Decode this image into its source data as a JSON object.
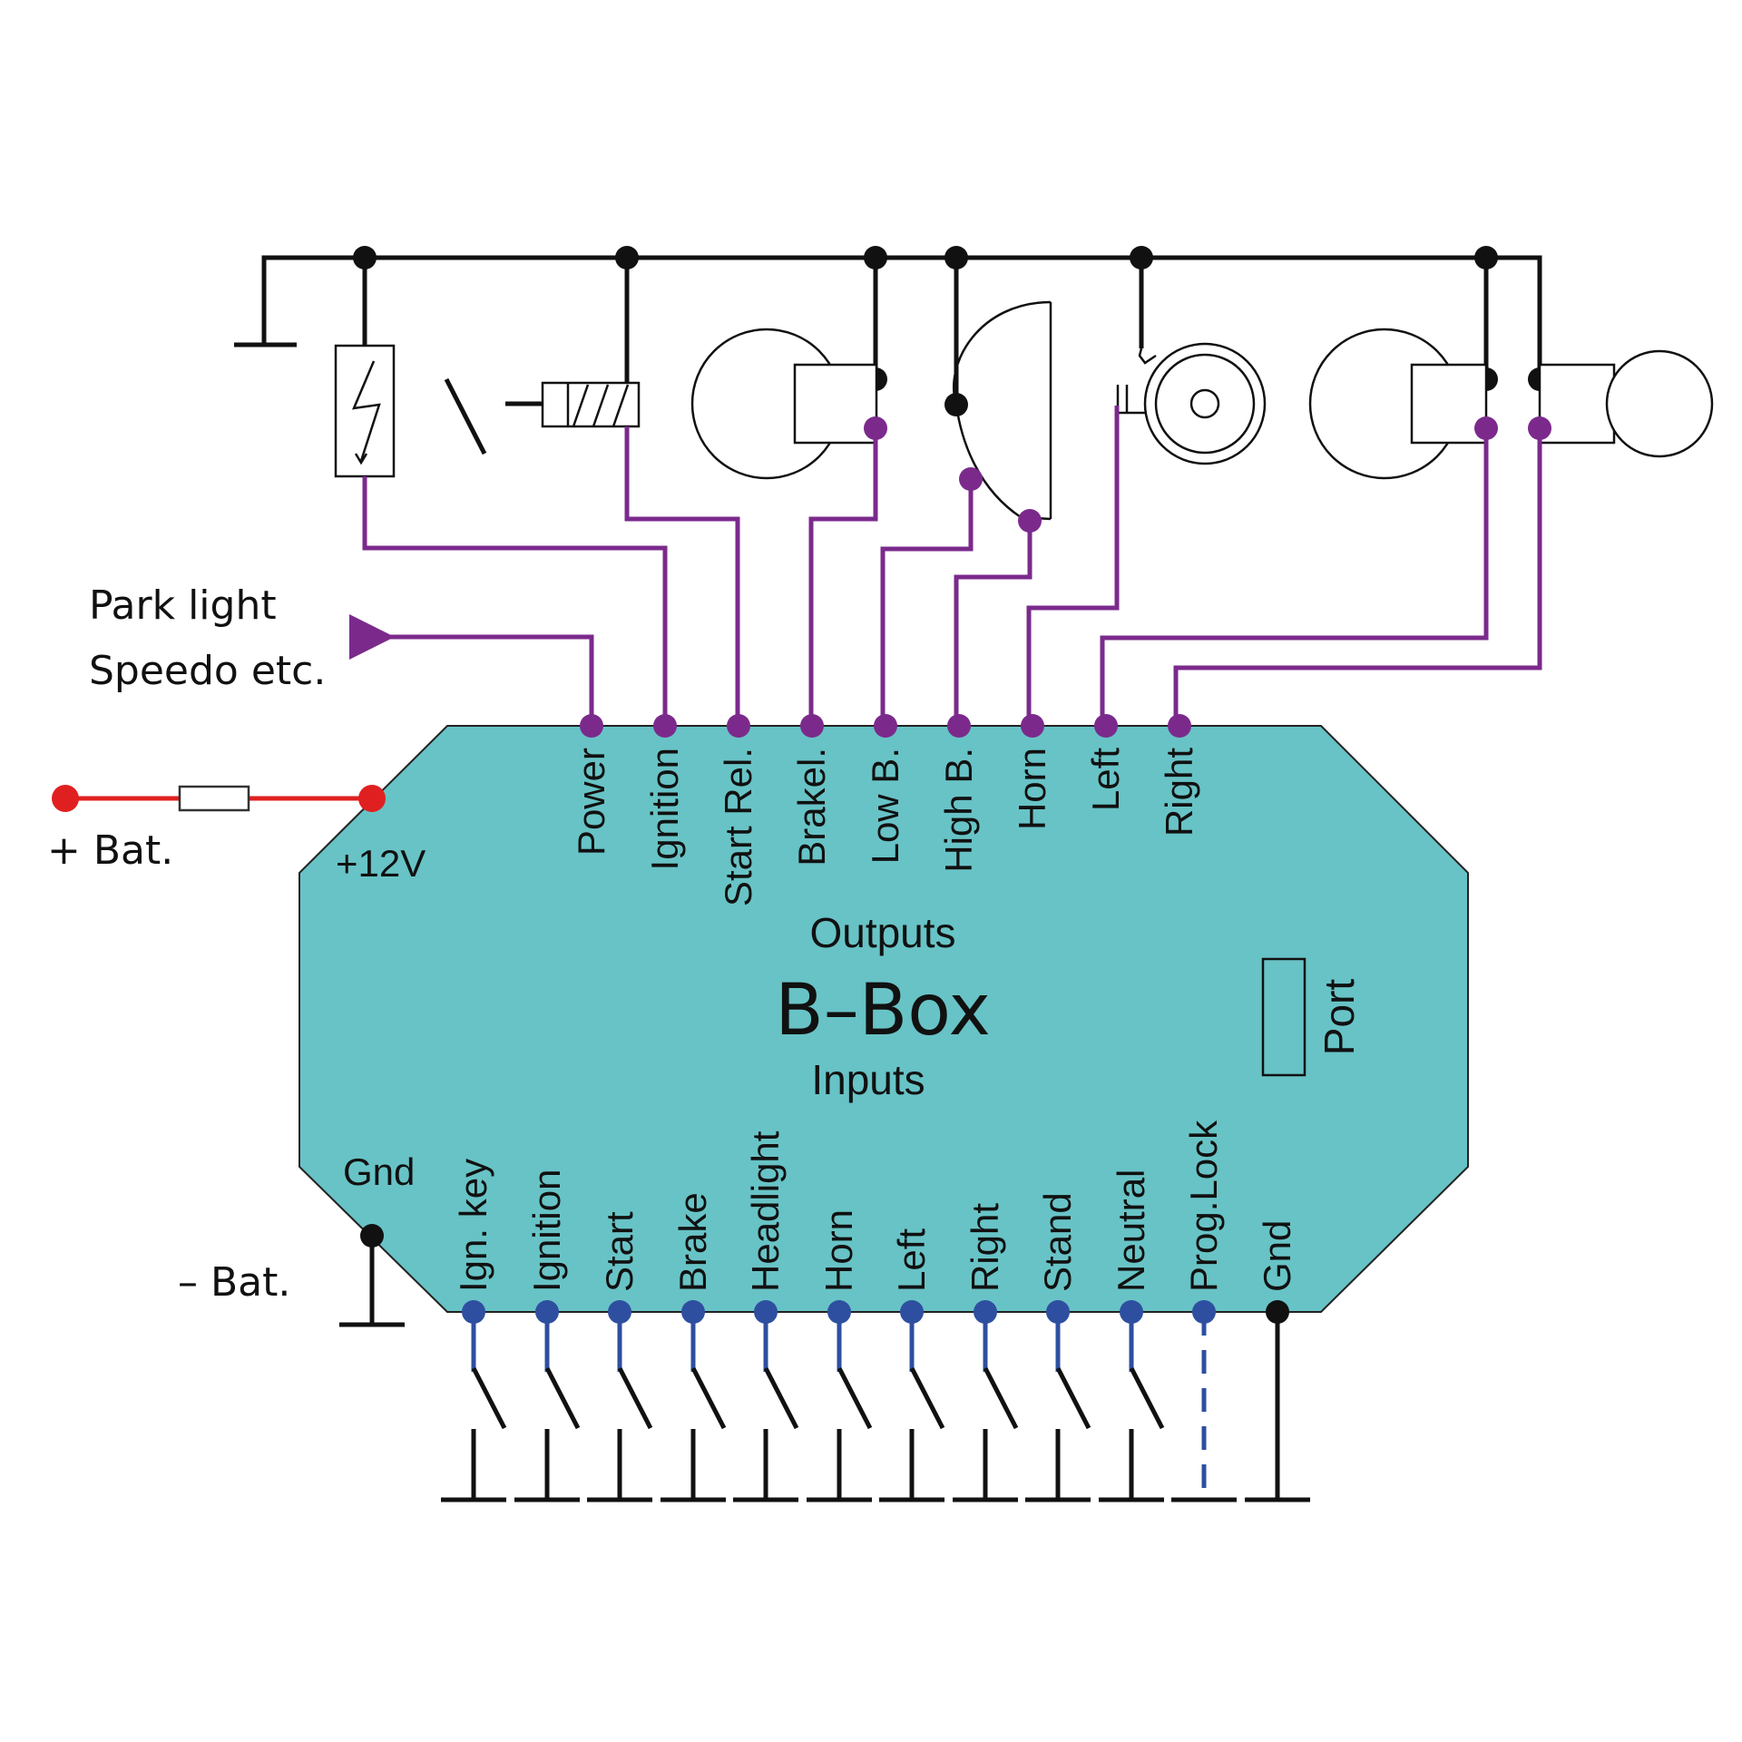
{
  "device": {
    "title": "B–Box",
    "outputs_heading": "Outputs",
    "inputs_heading": "Inputs",
    "port_label": "Port"
  },
  "colors": {
    "box_fill": "#68c3c6",
    "output_wire": "#7b2a8c",
    "input_wire": "#2e4fa0",
    "supply_wire": "#e02020",
    "ground_wire": "#111111"
  },
  "supply": {
    "plus_label": "+ Bat.",
    "minus_label": "– Bat.",
    "v12_label": "+12V",
    "gnd_label": "Gnd"
  },
  "park_note": {
    "line1": "Park light",
    "line2": "Speedo etc."
  },
  "outputs": [
    "Power",
    "Ignition",
    "Start Rel.",
    "Brakel.",
    "Low B.",
    "High B.",
    "Horn",
    "Left",
    "Right"
  ],
  "inputs": [
    "Ign. key",
    "Ignition",
    "Start",
    "Brake",
    "Headlight",
    "Horn",
    "Left",
    "Right",
    "Stand",
    "Neutral",
    "Prog.Lock",
    "Gnd"
  ],
  "components": [
    "coil-icon",
    "start-relay-icon",
    "brake-lamp-icon",
    "headlight-icon",
    "horn-icon",
    "turn-lamp-left-icon",
    "turn-lamp-right-icon"
  ]
}
